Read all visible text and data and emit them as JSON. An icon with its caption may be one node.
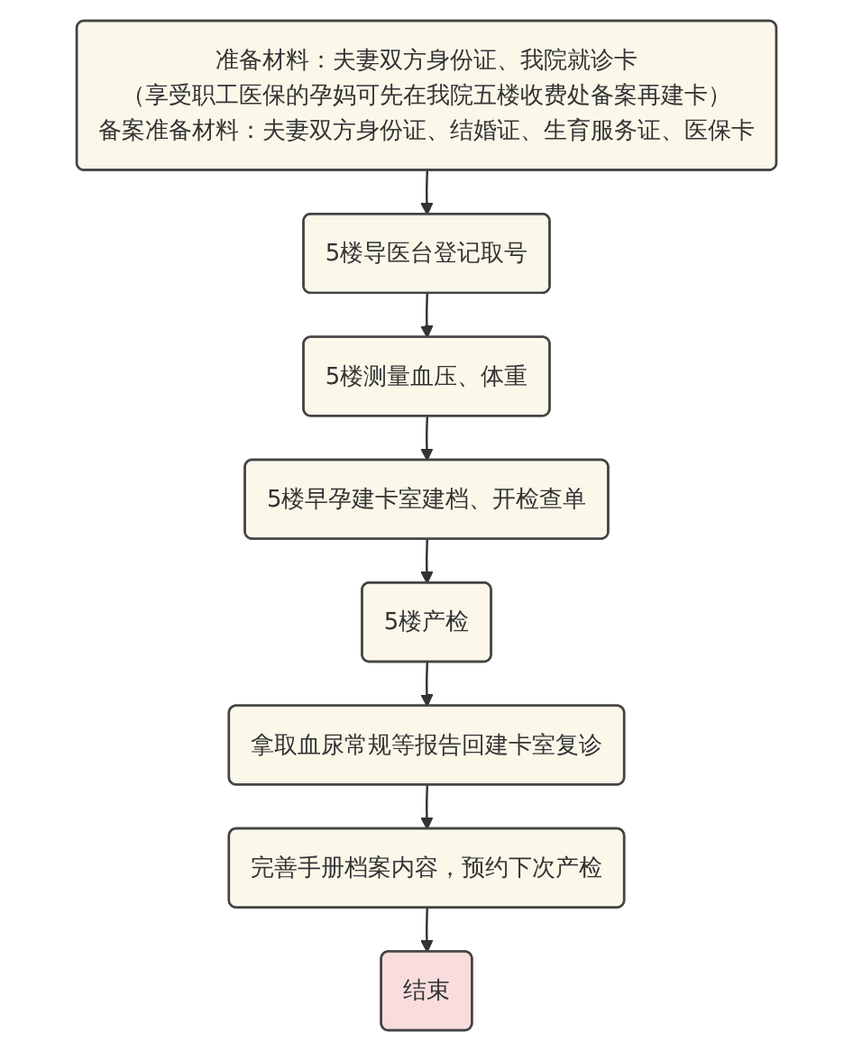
{
  "diagram": {
    "nodes": [
      {
        "text": [
          "准备材料：夫妻双方身份证、我院就诊卡",
          "（享受职工医保的孕妈可先在我院五楼收费处备案再建卡）",
          "备案准备材料：夫妻双方身份证、结婚证、生育服务证、医保卡"
        ]
      },
      {
        "text": [
          "5楼导医台登记取号"
        ]
      },
      {
        "text": [
          "5楼测量血压、体重"
        ]
      },
      {
        "text": [
          "5楼早孕建卡室建档、开检查单"
        ]
      },
      {
        "text": [
          "5楼产检"
        ]
      },
      {
        "text": [
          "拿取血尿常规等报告回建卡室复诊"
        ]
      },
      {
        "text": [
          "完善手册档案内容，预约下次产检"
        ]
      },
      {
        "text": [
          "结束"
        ]
      }
    ],
    "edges": [
      {
        "from": 0,
        "to": 1,
        "arrow": "to"
      },
      {
        "from": 1,
        "to": 2,
        "arrow": "to"
      },
      {
        "from": 2,
        "to": 3,
        "arrow": "to"
      },
      {
        "from": 3,
        "to": 4,
        "arrow": "to"
      },
      {
        "from": 4,
        "to": 5,
        "arrow": "to"
      },
      {
        "from": 5,
        "to": 6,
        "arrow": "to"
      },
      {
        "from": 6,
        "to": 7,
        "arrow": "to"
      }
    ]
  }
}
